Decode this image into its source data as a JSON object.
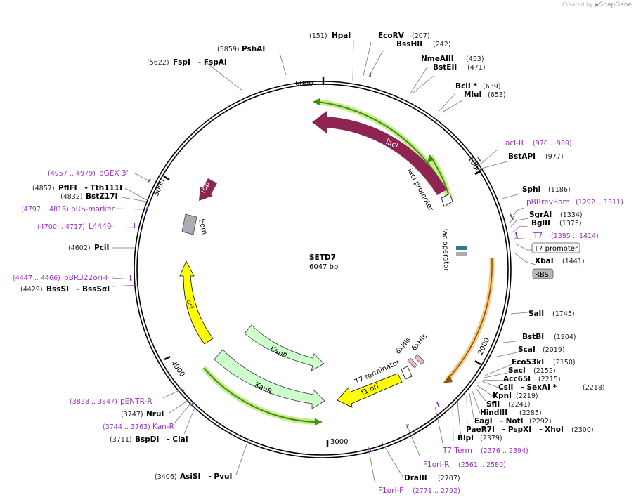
{
  "credit": {
    "prefix": "Created by",
    "brand": "SnapGene"
  },
  "plasmid": {
    "name": "SETD7",
    "size": "6047 bp"
  },
  "ticks": [
    "6000",
    "1000",
    "2000",
    "3000",
    "4000",
    "5000"
  ],
  "features": {
    "laci": "lacI",
    "laci_promoter": "lacI promoter",
    "lac_operator": "lac operator",
    "rop": "rop",
    "bom": "bom",
    "ori": "ori",
    "kanr_top": "KanR",
    "kanr_bottom": "KanR",
    "f1_ori": "f1 ori",
    "t7_terminator": "T7 terminator",
    "his_a": "6xHis",
    "his_b": "6xHis",
    "t7_promoter_box": "T7 promoter",
    "rbs_box": "RBS"
  },
  "sites": {
    "hpai": {
      "pos": "(151)",
      "name": "HpaI"
    },
    "ecorv": {
      "name": "EcoRV",
      "pos": "(207)"
    },
    "bsshii": {
      "name": "BssHII",
      "pos": "(242)"
    },
    "nmeaiii": {
      "name": "NmeAIII",
      "pos": "(453)"
    },
    "bsteii": {
      "name": "BstEII",
      "pos": "(471)"
    },
    "bcli": {
      "name": "BclI *",
      "pos": "(639)"
    },
    "mlui": {
      "name": "MluI",
      "pos": "(653)"
    },
    "lacir": {
      "name": "LacI-R",
      "pos": "(970 .. 989)"
    },
    "bstapi": {
      "name": "BstAPI",
      "pos": "(977)"
    },
    "sphi": {
      "name": "SphI",
      "pos": "(1186)"
    },
    "pbrrevbam": {
      "name": "pBRrevBam",
      "pos": "(1292 .. 1311)"
    },
    "sgrai": {
      "name": "SgrAI",
      "pos": "(1334)"
    },
    "bglii": {
      "name": "BglII",
      "pos": "(1375)"
    },
    "t7": {
      "name": "T7",
      "pos": "(1395 .. 1414)"
    },
    "xbai": {
      "name": "XbaI",
      "pos": "(1441)"
    },
    "sali": {
      "name": "SalI",
      "pos": "(1745)"
    },
    "bstbi": {
      "name": "BstBI",
      "pos": "(1904)"
    },
    "scai": {
      "name": "ScaI",
      "pos": "(2019)"
    },
    "eco53ki": {
      "name": "Eco53kI",
      "pos": "(2150)"
    },
    "saci": {
      "name": "SacI",
      "pos": "(2152)"
    },
    "acc65i": {
      "name": "Acc65I",
      "pos": "(2215)"
    },
    "csii": {
      "name": "CsiI   - SexAI *",
      "pos": "(2218)"
    },
    "kpni": {
      "name": "KpnI",
      "pos": "(2219)"
    },
    "sfii": {
      "name": "SfiI",
      "pos": "(2241)"
    },
    "hindiii": {
      "name": "HindIII",
      "pos": "(2285)"
    },
    "eagi": {
      "name": "EagI   - NotI",
      "pos": "(2292)"
    },
    "paer7i": {
      "name": "PaeR7I   - PspXI   - XhoI",
      "pos": "(2300)"
    },
    "blpi": {
      "name": "BlpI",
      "pos": "(2379)"
    },
    "t7term": {
      "name": "T7 Term",
      "pos": "(2376 .. 2394)"
    },
    "f1orir": {
      "name": "F1ori-R",
      "pos": "(2561 .. 2580)"
    },
    "draiii": {
      "name": "DraIII",
      "pos": "(2707)"
    },
    "f1orif": {
      "name": "F1ori-F",
      "pos": "(2771 .. 2792)"
    },
    "asisi": {
      "pos": "(3406)",
      "name": "AsiSI   - PvuI"
    },
    "bspdi": {
      "pos": "(3711)",
      "name": "BspDI   - ClaI"
    },
    "kanr_primer": {
      "pos": "(3744 .. 3763)",
      "name": "Kan-R"
    },
    "nrui": {
      "pos": "(3747)",
      "name": "NruI"
    },
    "pentrr": {
      "pos": "(3828 .. 3847)",
      "name": "pENTR-R"
    },
    "bsssi": {
      "pos": "(4429)",
      "name": "BssSI   - BssSαI"
    },
    "pbr322orif": {
      "pos": "(4447 .. 4466)",
      "name": "pBR322ori-F"
    },
    "pcii": {
      "pos": "(4602)",
      "name": "PciI"
    },
    "l4440": {
      "pos": "(4700 .. 4717)",
      "name": "L4440"
    },
    "prsmarker": {
      "pos": "(4797 .. 4816)",
      "name": "pRS-marker"
    },
    "bstz17i": {
      "pos": "(4832)",
      "name": "BstZ17I"
    },
    "pflfi": {
      "pos": "(4857)",
      "name": "PflFI   - Tth111I"
    },
    "pgex3": {
      "pos": "(4957 .. 4979)",
      "name": "pGEX 3'"
    },
    "fspi": {
      "pos": "(5622)",
      "name": "FspI   - FspAI"
    },
    "pshai": {
      "pos": "(5859)",
      "name": "PshAI"
    }
  },
  "colors": {
    "laci": "#8e2452",
    "laci_halo": "#c8ec8c",
    "green_arrow": "#3d8f14",
    "ori": "#ffff00",
    "kanr": "#ccffcc",
    "orange_halo": "#f5c98a",
    "primer": "#9b2fc2",
    "bom": "#a8acb4",
    "operator": "#2e7d8c"
  }
}
